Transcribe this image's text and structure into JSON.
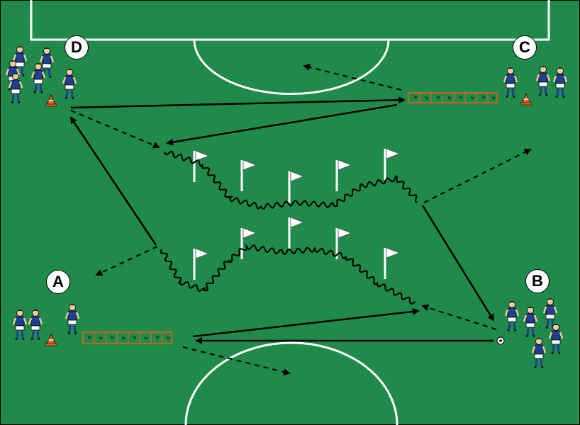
{
  "colors": {
    "pitch": "#1f8a4a",
    "line": "#ffffff",
    "shirt": "#1f3f8f",
    "shorts": "#ffffff",
    "skin": "#f2c9a0",
    "cone": "#e8641e",
    "ladder": "#c8641e",
    "arrow": "#000000"
  },
  "stations": [
    {
      "id": "A",
      "label": "A"
    },
    {
      "id": "B",
      "label": "B"
    },
    {
      "id": "C",
      "label": "C"
    },
    {
      "id": "D",
      "label": "D"
    }
  ],
  "icons": [
    "player-icon",
    "cone-icon",
    "flag-icon",
    "ball-icon",
    "agility-ladder-icon"
  ]
}
